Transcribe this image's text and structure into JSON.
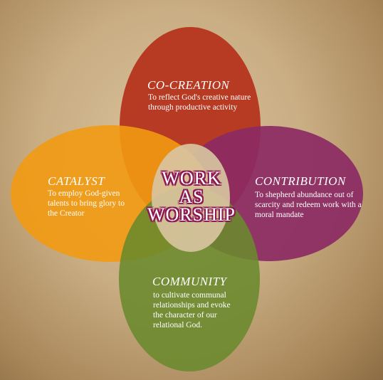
{
  "center": {
    "line1": "WORK",
    "line2": "AS",
    "line3": "WORSHIP"
  },
  "petals": {
    "top": {
      "title": "CO-CREATION",
      "text": "To reflect God's creative nature through productive activity",
      "color": "#b5341e"
    },
    "left": {
      "title": "CATALYST",
      "text": "To employ God-given talents to bring glory to the Creator",
      "color": "#f29a12"
    },
    "right": {
      "title": "CONTRIBUTION",
      "text": "To shepherd abundance out of scarcity and redeem work with a moral mandate",
      "color": "#8b2a63"
    },
    "bottom": {
      "title": "COMMUNITY",
      "text": "to cultivate communal relationships and evoke the character of our relational God.",
      "color": "#6a8a2c"
    }
  },
  "colors": {
    "background": "#c9ad83",
    "center_fill": "#d8c4a0",
    "center_outline": "#8e1a55"
  }
}
